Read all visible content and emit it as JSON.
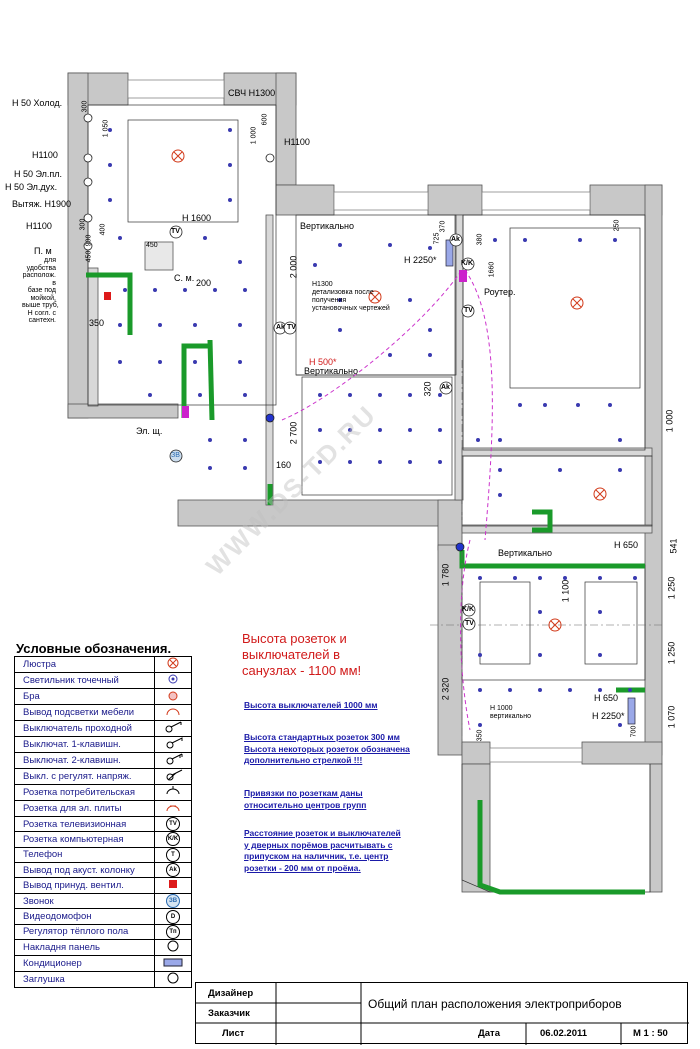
{
  "plan": {
    "labels": {
      "h50_fridge": "Н 50 Холод.",
      "svch": "СВЧ Н1300",
      "h1100_a": "Н1100",
      "h1100_b": "Н1100",
      "h1100_c": "Н1100",
      "h50_stove": "Н 50  Эл.пл.",
      "h50_oven": "Н 50  Эл.дух.",
      "hood": "Вытяж. Н1900",
      "h1600": "Н 1600",
      "pm": "П. м",
      "pm_note": [
        "для",
        "удобства",
        "располож.",
        "в",
        "базе под",
        "мойкой,",
        "выше труб,",
        "Н согл. с",
        "сантехн."
      ],
      "sm": "С. м.",
      "el_shch": "Эл. щ.",
      "vert_1": "Вертикально",
      "vert_2": "Вертикально",
      "vert_3": "Вертикально",
      "h1300_note": [
        "Н1300",
        "детализовка после",
        "получения",
        "установочных чертежей"
      ],
      "h500": "Н 500*",
      "h2250_a": "Н 2250*",
      "h2250_b": "Н 2250*",
      "router": "Роутер.",
      "h650_a": "Н 650",
      "h650_b": "Н 650",
      "h1000_vert": [
        "Н 1000",
        "вертикально"
      ]
    },
    "dimensions": {
      "d300": "300",
      "d1050": "1 050",
      "d600": "600",
      "d1000a": "1 000",
      "d450a": "450",
      "d300b": "300",
      "d400": "400",
      "d900": "900",
      "d450b": "450",
      "d350a": "350",
      "d200": "200",
      "d2000": "2 000",
      "d2700": "2 700",
      "d160": "160",
      "d320": "320",
      "d370": "370",
      "d380": "380",
      "d1660": "1660",
      "d250": "250",
      "d1000b": "1 000",
      "d541": "541",
      "d1250a": "1 250",
      "d1250b": "1 250",
      "d1070": "1 070",
      "d1780": "1 780",
      "d1100": "1 100",
      "d2320": "2 320",
      "d350b": "350",
      "d700": "700",
      "d725": "725"
    },
    "symbols": {
      "tv": "TV",
      "ak": "Ak",
      "kk": "K/K",
      "zv": "ЗВ"
    }
  },
  "watermark": "WWW.DS-TD.RU",
  "notes": {
    "red_lines": [
      "Высота розеток и",
      "выключателей  в",
      "санузлах - 1100 мм!"
    ],
    "blue_1": "Высота выключателей 1000 мм",
    "blue_2": [
      "Высота стандартных розеток  300 мм",
      "Высота некоторых розеток  обозначена",
      "дополнительно стрелкой !!!"
    ],
    "blue_3": [
      "Привязки по розеткам даны",
      "относительно центров групп"
    ],
    "blue_4": [
      "Расстояние розеток и выключателей",
      "у дверных порёмов расчитывать с",
      "припуском на наличник, т.е. центр",
      "розетки - 200 мм от проёма."
    ]
  },
  "legend": {
    "title": "Условные обозначения.",
    "items": [
      {
        "label": "Люстра",
        "icon": "chandelier-icon"
      },
      {
        "label": "Светильник точечный",
        "icon": "spotlight-icon"
      },
      {
        "label": "Бра",
        "icon": "wall-lamp-icon"
      },
      {
        "label": "Вывод подсветки мебели",
        "icon": "furniture-light-icon"
      },
      {
        "label": "Выключатель проходной",
        "icon": "pass-switch-icon"
      },
      {
        "label": "Выключат. 1-клавишн.",
        "icon": "switch-1-icon"
      },
      {
        "label": "Выключат. 2-клавишн.",
        "icon": "switch-2-icon"
      },
      {
        "label": "Выкл. с регулят. напряж.",
        "icon": "dimmer-icon"
      },
      {
        "label": "Розетка потребительская",
        "icon": "socket-icon"
      },
      {
        "label": "Розетка для эл. плиты",
        "icon": "stove-socket-icon"
      },
      {
        "label": "Розетка телевизионная",
        "icon": "tv-socket-icon",
        "sym": "TV"
      },
      {
        "label": "Розетка компьютерная",
        "icon": "pc-socket-icon",
        "sym": "K/K"
      },
      {
        "label": "Телефон",
        "icon": "phone-icon",
        "sym": "T"
      },
      {
        "label": "Вывод под акуст. колонку",
        "icon": "speaker-icon",
        "sym": "Ak"
      },
      {
        "label": "Вывод принуд. вентил.",
        "icon": "ventilation-icon"
      },
      {
        "label": "Звонок",
        "icon": "bell-icon",
        "sym": "ЗВ"
      },
      {
        "label": "Видеодомофон",
        "icon": "intercom-icon",
        "sym": "D"
      },
      {
        "label": "Регулятор тёплого пола",
        "icon": "floor-heat-icon",
        "sym": "Тп"
      },
      {
        "label": "Накладня панель",
        "icon": "panel-icon"
      },
      {
        "label": "Кондиционер",
        "icon": "ac-icon"
      },
      {
        "label": "Заглушка",
        "icon": "plug-icon"
      }
    ]
  },
  "stamp": {
    "designer": "Дизайнер",
    "customer": "Заказчик",
    "sheet": "Лист",
    "title": "Общий план расположения электроприборов",
    "date_label": "Дата",
    "date": "06.02.2011",
    "scale": "М 1 : 50"
  },
  "colors": {
    "wall": "#c8c8c8",
    "green": "#1a9a2a",
    "magenta": "#cc22cc",
    "red": "#d11a1a",
    "blue_note": "#1a1aa8",
    "spot": "#3a3ab0"
  }
}
